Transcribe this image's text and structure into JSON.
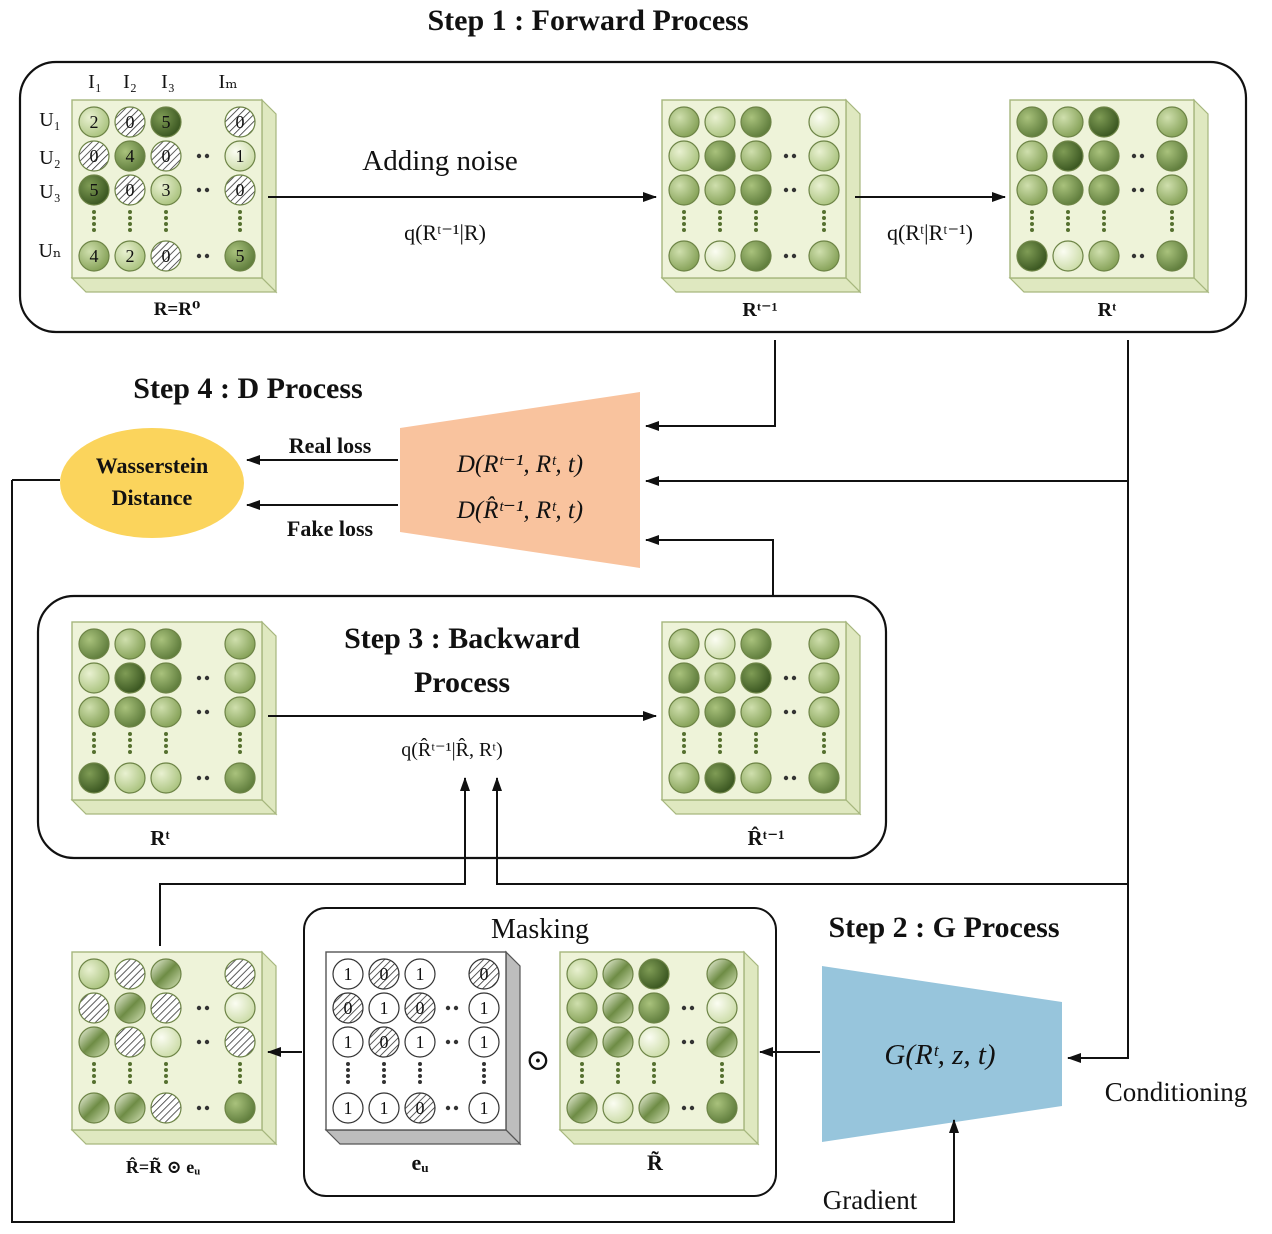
{
  "steps": {
    "step1": "Step 1 : Forward Process",
    "step2": "Step 2 : G Process",
    "step3_line1": "Step 3 : Backward",
    "step3_line2": "Process",
    "step4": "Step 4 : D Process"
  },
  "matrix_R": {
    "label": "R=R⁰",
    "col_headers": [
      "I₁",
      "I₂",
      "I₃",
      "Iₘ"
    ],
    "row_headers": [
      "U₁",
      "U₂",
      "U₃",
      "Uₙ"
    ],
    "cells": [
      [
        "2",
        "0",
        "5",
        "0"
      ],
      [
        "0",
        "4",
        "0",
        "1"
      ],
      [
        "5",
        "0",
        "3",
        "0"
      ],
      [
        "4",
        "2",
        "0",
        "5"
      ]
    ]
  },
  "matrix_Rt1": {
    "label": "Rᵗ⁻¹"
  },
  "matrix_Rt": {
    "label": "Rᵗ"
  },
  "forward": {
    "adding_noise": "Adding noise",
    "q1": "q(Rᵗ⁻¹|R)",
    "q2": "q(Rᵗ|Rᵗ⁻¹)"
  },
  "discriminator": {
    "line1": "D(Rᵗ⁻¹, Rᵗ, t)",
    "line2": "D(R̂ᵗ⁻¹, Rᵗ, t)",
    "fill": "#f9c39e"
  },
  "wasserstein": {
    "line1": "Wasserstein",
    "line2": "Distance",
    "fill": "#fbd45c"
  },
  "losses": {
    "real": "Real loss",
    "fake": "Fake loss"
  },
  "backward": {
    "left_label": "Rᵗ",
    "right_label": "R̂ᵗ⁻¹",
    "q": "q(R̂ᵗ⁻¹|R̂, Rᵗ)"
  },
  "masking": {
    "title": "Masking",
    "mask_label": "eᵤ",
    "tilde_label": "R̃",
    "odot": "⊙",
    "mask_cells": [
      [
        "1",
        "0",
        "1",
        "0"
      ],
      [
        "0",
        "1",
        "0",
        "1"
      ],
      [
        "1",
        "0",
        "1",
        "1"
      ],
      [
        "1",
        "1",
        "0",
        "1"
      ]
    ]
  },
  "generator": {
    "label": "G(Rᵗ, z, t)",
    "fill": "#97c5dc"
  },
  "masked_label": "R̂=R̃ ⊙ eᵤ",
  "conditioning": "Conditioning",
  "gradient": "Gradient",
  "colors": {
    "cube_face": "#eef3d9",
    "cube_side": "#dfe8c0",
    "cube_edge": "#a6b67d"
  }
}
